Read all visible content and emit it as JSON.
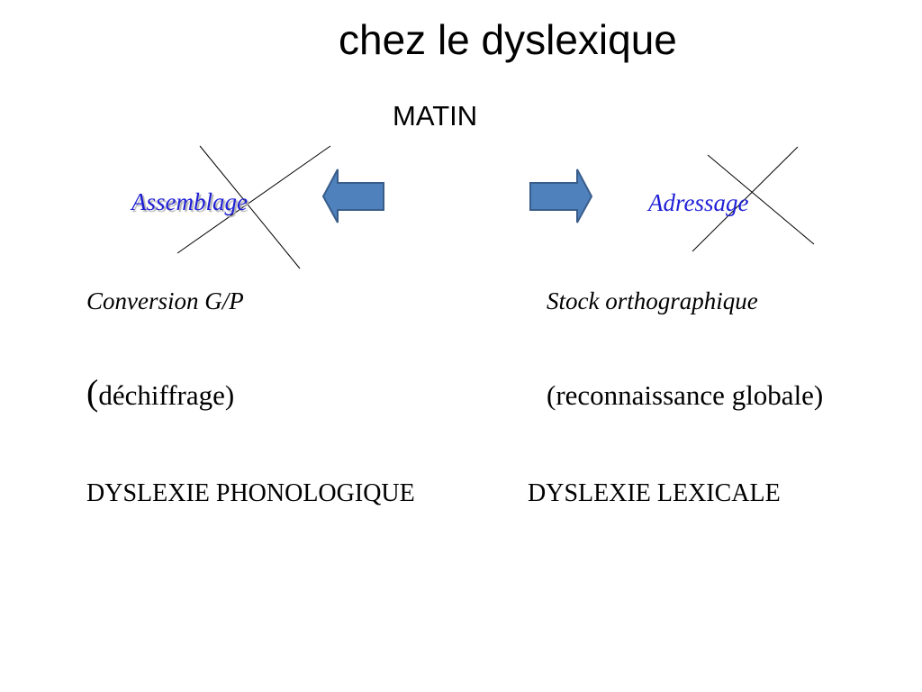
{
  "slide": {
    "title": "chez le dyslexique",
    "subtitle": "MATIN",
    "left": {
      "label": "Assemblage",
      "process": "Conversion G/P",
      "paren_open": "(",
      "description": "déchiffrage)",
      "disorder": "DYSLEXIE PHONOLOGIQUE"
    },
    "right": {
      "label": "Adressage",
      "process": "Stock orthographique",
      "description": "(reconnaissance globale)",
      "disorder": "DYSLEXIE LEXICALE"
    }
  },
  "colors": {
    "arrow_fill": "#4f81bd",
    "arrow_stroke": "#385d8a",
    "label_blue": "#1f1fd6",
    "text": "#000000",
    "background": "#ffffff"
  }
}
